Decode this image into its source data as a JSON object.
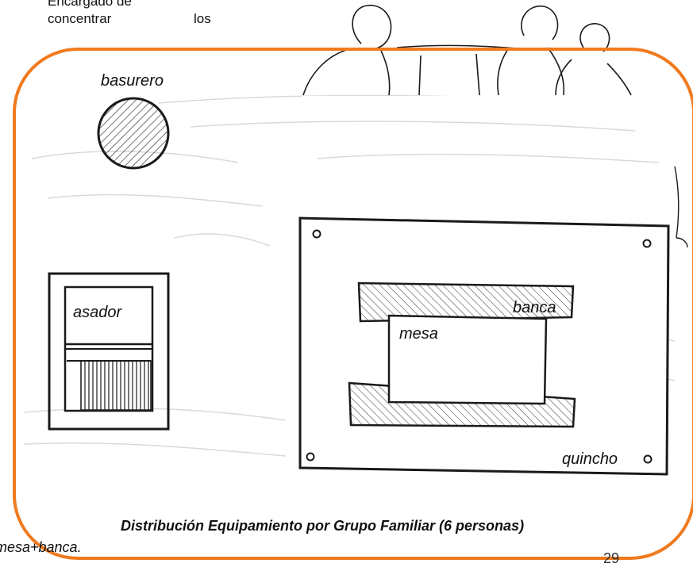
{
  "header_text": {
    "line1": "Encargado de",
    "line2_word1": "concentrar",
    "line2_word2": "los"
  },
  "labels": {
    "trash": "basurero",
    "grill": "asador",
    "bench": "banca",
    "table": "mesa",
    "shelter": "quincho"
  },
  "caption": "Distribución Equipamiento por Grupo Familiar (6 personas)",
  "footer_text": "mesa+banca.",
  "page_number": "29",
  "colors": {
    "frame": "#f07a1e",
    "ink": "#1a1a1a",
    "sketch_faint": "#d6d6d6"
  }
}
